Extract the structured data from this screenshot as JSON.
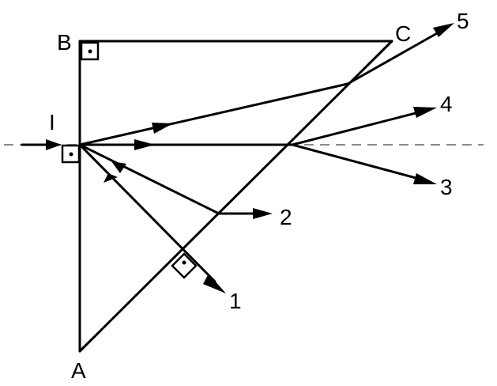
{
  "figure": {
    "vertices": {
      "a": "A",
      "b": "B",
      "c": "C"
    },
    "incident_label": "I",
    "ray_labels": {
      "r1": "1",
      "r2": "2",
      "r3": "3",
      "r4": "4",
      "r5": "5"
    }
  }
}
